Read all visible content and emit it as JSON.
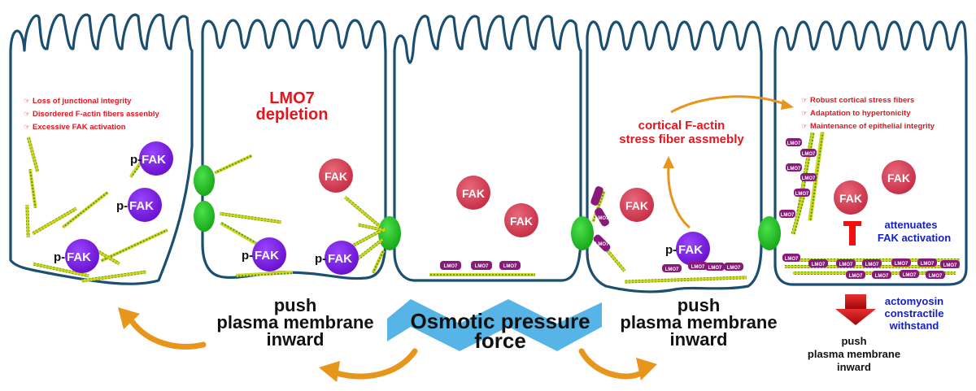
{
  "cell1": {
    "notes": [
      "Loss of junctional integrity",
      "Disordered F-actin fibers assenbly",
      "Excessive FAK activation"
    ],
    "pfak_prefix": "p-",
    "fak_label": "FAK"
  },
  "cell2": {
    "title_line1": "LMO7",
    "title_line2": "depletion",
    "fak_label": "FAK",
    "pfak_prefix": "p-"
  },
  "cell3": {
    "fak_label": "FAK",
    "lmo_label": "LMO7"
  },
  "cell4": {
    "title_line1": "cortical F-actin",
    "title_line2": "stress fiber assmebly",
    "fak_label": "FAK",
    "pfak_prefix": "p-",
    "lmo_label": "LMO7"
  },
  "cell5": {
    "notes": [
      "Robust cortical stress fibers",
      "Adaptation to hypertonicity",
      "Maintenance of epithelial integrity"
    ],
    "fak_label": "FAK",
    "attenuates_line1": "attenuates",
    "attenuates_line2": "FAK activation",
    "actomyosin_line1": "actomyosin",
    "actomyosin_line2": "constractile",
    "actomyosin_line3": "withstand",
    "lmo_label": "LMO7"
  },
  "bottom": {
    "push_left": [
      "push",
      "plasma membrane",
      "inward"
    ],
    "osmotic_line1": "Osmotic pressure",
    "osmotic_line2": "force",
    "push_mid": [
      "push",
      "plasma membrane",
      "inward"
    ],
    "push_right": [
      "push",
      "plasma membrane",
      "inward"
    ]
  },
  "colors": {
    "wall": "#1a4f72",
    "fak": "#d63c52",
    "pfak": "#7a1fe0",
    "lmo7": "#8a1a7a",
    "junction": "#22c322",
    "actin": "#d4d020",
    "actin_dots": "#37a237",
    "arrow_orange": "#e8951c",
    "chevron_blue": "#56b4e6",
    "red_down_arrow": "#c81010",
    "inhibit_red": "#f01010"
  }
}
